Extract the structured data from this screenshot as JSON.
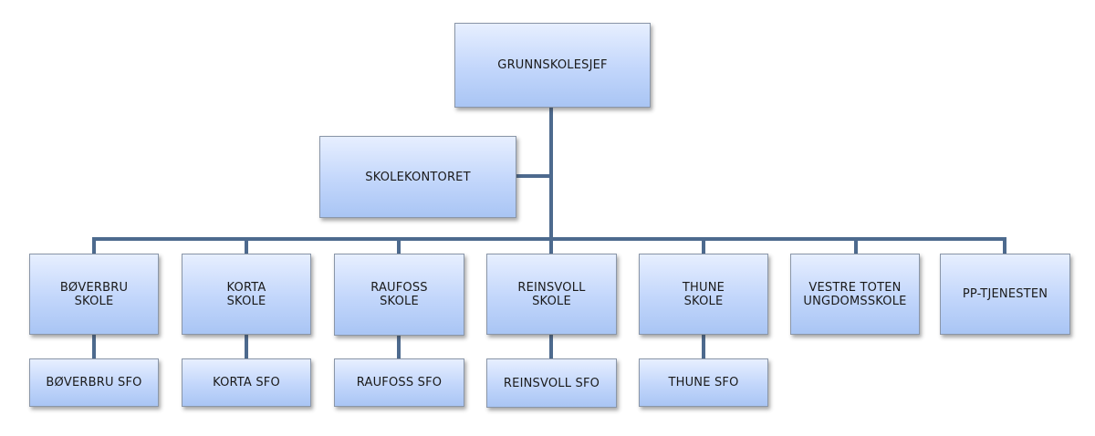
{
  "diagram": {
    "root": {
      "label": "GRUNNSKOLESJEF"
    },
    "assistant": {
      "label": "SKOLEKONTORET"
    },
    "units": [
      {
        "label": "BØVERBRU\nSKOLE",
        "sfo": "BØVERBRU SFO"
      },
      {
        "label": "KORTA\nSKOLE",
        "sfo": "KORTA SFO"
      },
      {
        "label": "RAUFOSS\nSKOLE",
        "sfo": "RAUFOSS SFO"
      },
      {
        "label": "REINSVOLL\nSKOLE",
        "sfo": "REINSVOLL SFO"
      },
      {
        "label": "THUNE\nSKOLE",
        "sfo": "THUNE SFO"
      },
      {
        "label": "VESTRE TOTEN\nUNGDOMSSKOLE"
      },
      {
        "label": "PP-TJENESTEN"
      }
    ],
    "colors": {
      "connector": "#4d6a8e",
      "box_top": "#e7efff",
      "box_bottom": "#a9c5f4",
      "box_border": "#8a96a8"
    }
  }
}
